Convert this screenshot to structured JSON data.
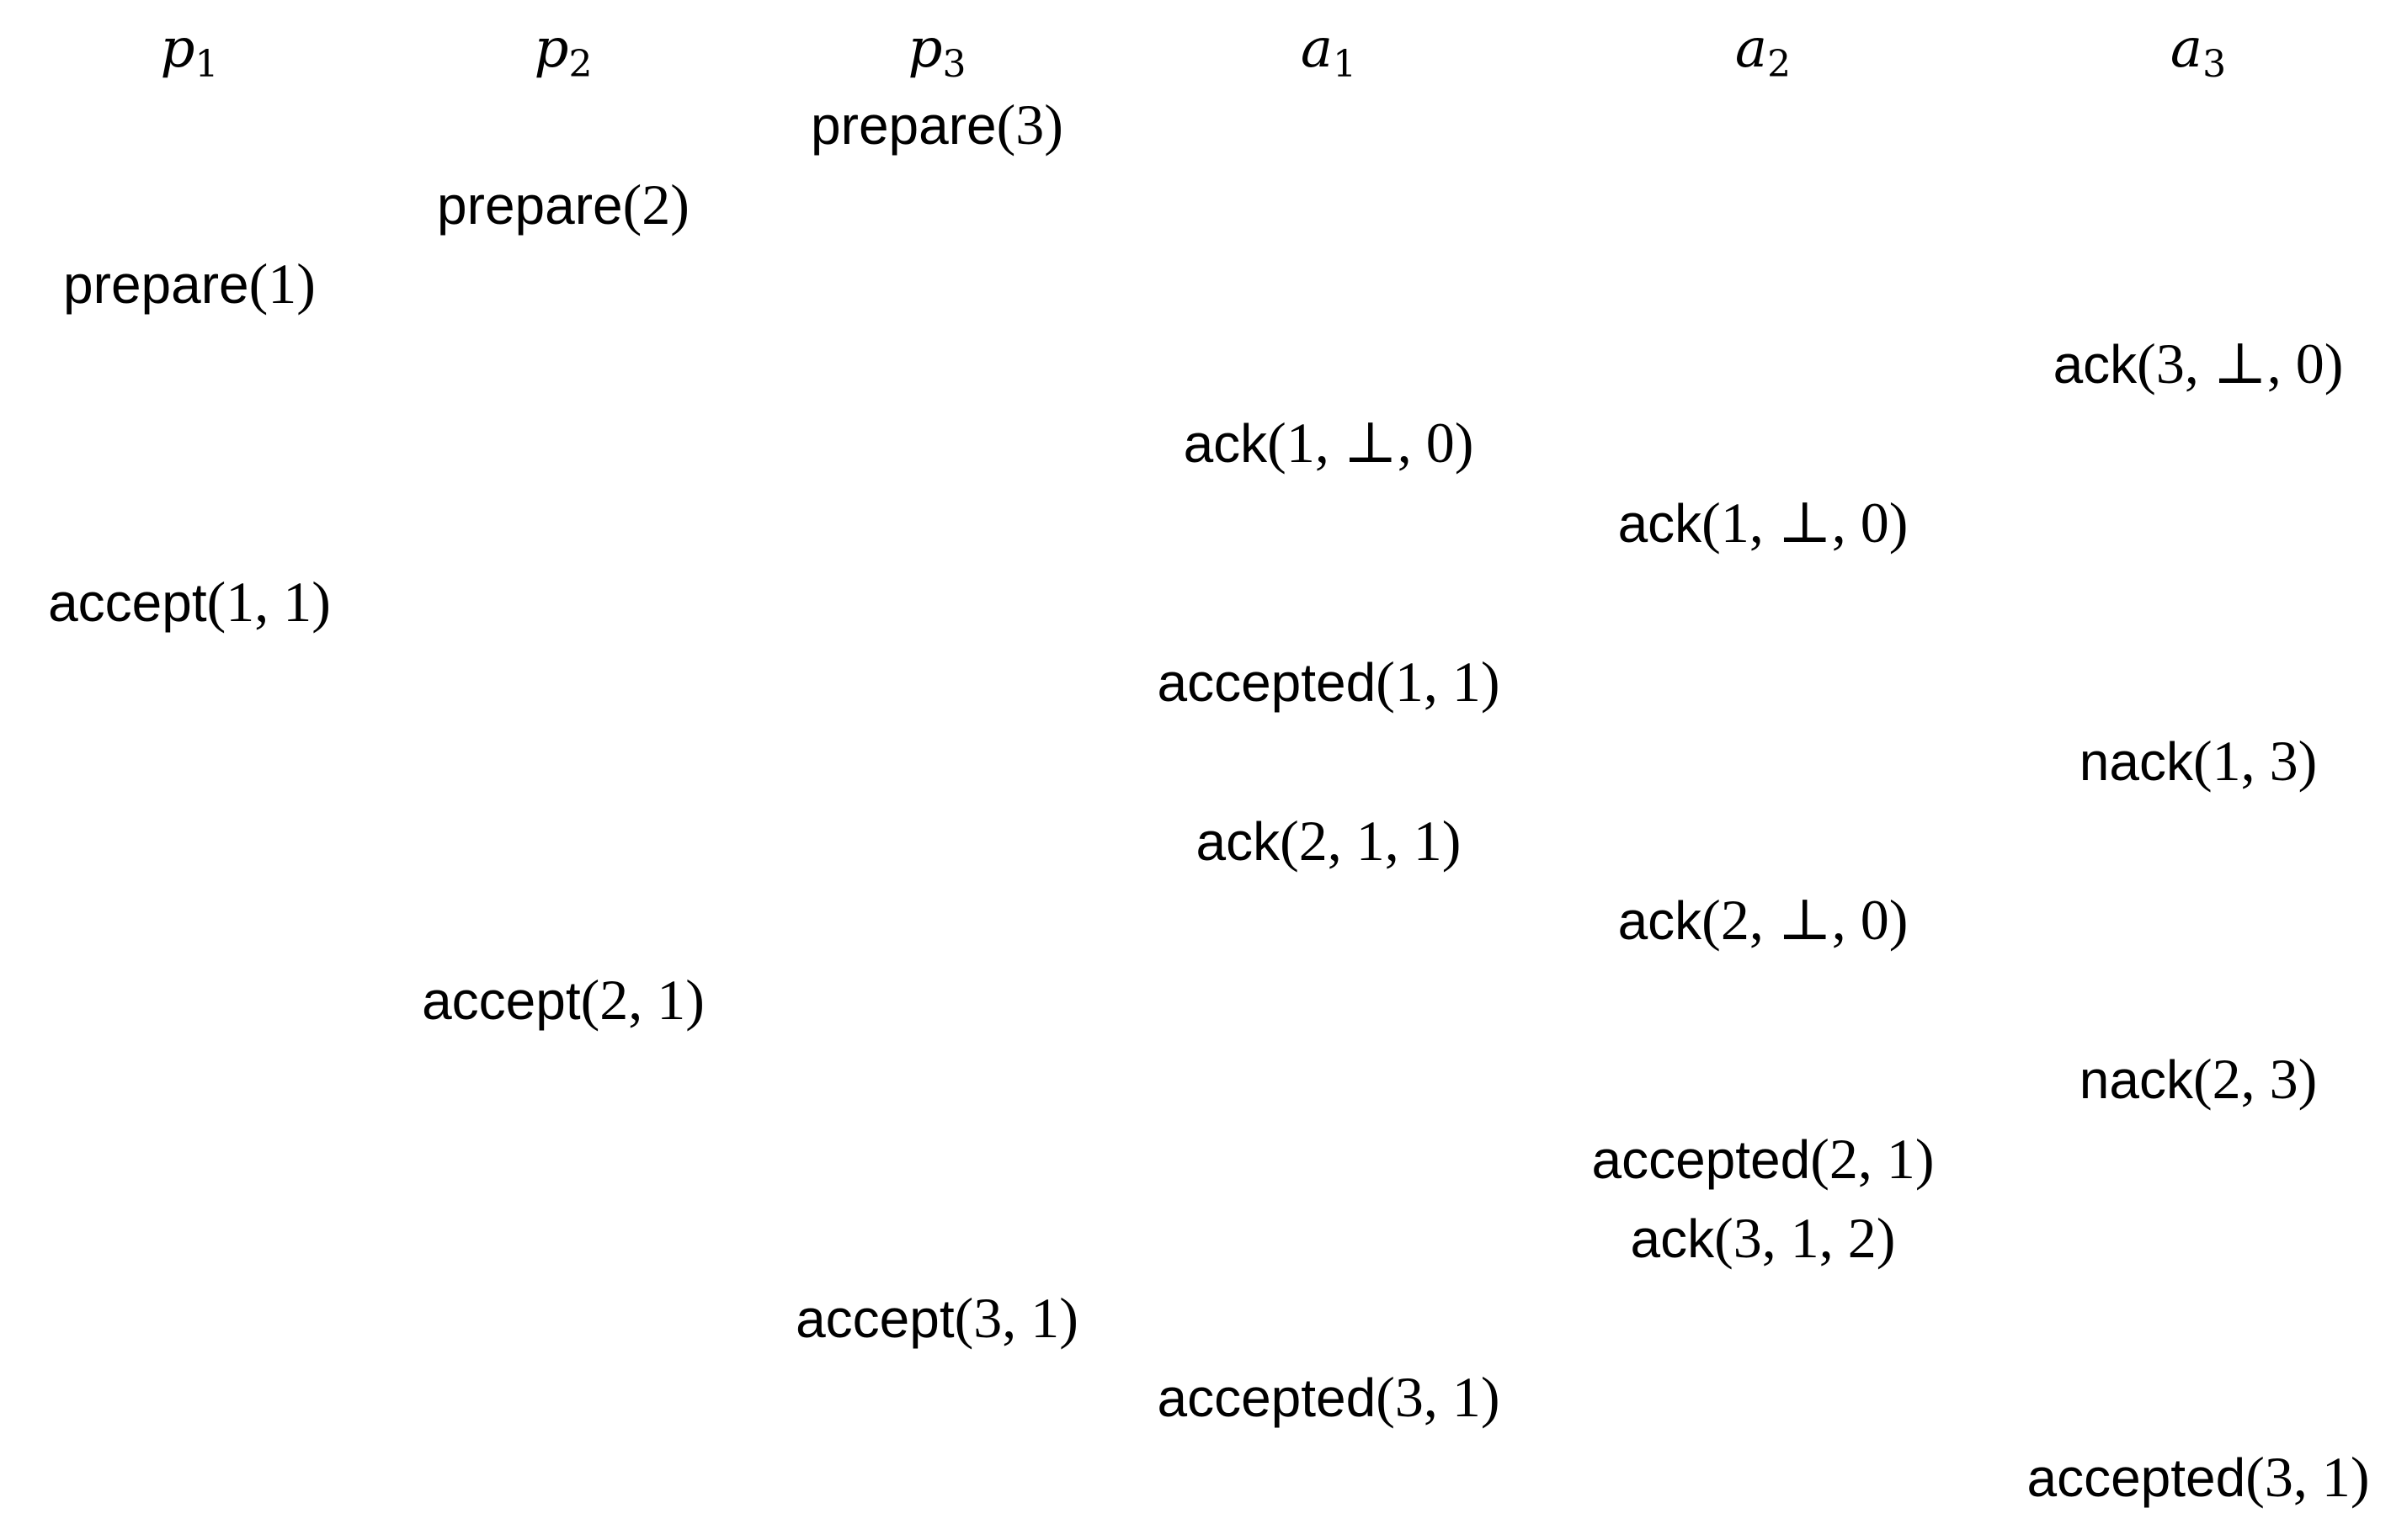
{
  "columns": [
    {
      "symbol": "p",
      "index": "1"
    },
    {
      "symbol": "p",
      "index": "2"
    },
    {
      "symbol": "p",
      "index": "3"
    },
    {
      "symbol": "a",
      "index": "1"
    },
    {
      "symbol": "a",
      "index": "2"
    },
    {
      "symbol": "a",
      "index": "3"
    }
  ],
  "events": [
    {
      "column": 2,
      "name": "prepare",
      "args": "(3)"
    },
    {
      "column": 1,
      "name": "prepare",
      "args": "(2)"
    },
    {
      "column": 0,
      "name": "prepare",
      "args": "(1)"
    },
    {
      "column": 5,
      "name": "ack",
      "args": "(3, ⊥, 0)"
    },
    {
      "column": 3,
      "name": "ack",
      "args": "(1, ⊥, 0)"
    },
    {
      "column": 4,
      "name": "ack",
      "args": "(1, ⊥, 0)"
    },
    {
      "column": 0,
      "name": "accept",
      "args": "(1, 1)"
    },
    {
      "column": 3,
      "name": "accepted",
      "args": "(1, 1)"
    },
    {
      "column": 5,
      "name": "nack",
      "args": "(1, 3)"
    },
    {
      "column": 3,
      "name": "ack",
      "args": "(2, 1, 1)"
    },
    {
      "column": 4,
      "name": "ack",
      "args": "(2, ⊥, 0)"
    },
    {
      "column": 1,
      "name": "accept",
      "args": "(2, 1)"
    },
    {
      "column": 5,
      "name": "nack",
      "args": "(2, 3)"
    },
    {
      "column": 4,
      "name": "accepted",
      "args": "(2, 1)"
    },
    {
      "column": 4,
      "name": "ack",
      "args": "(3, 1, 2)"
    },
    {
      "column": 2,
      "name": "accept",
      "args": "(3, 1)"
    },
    {
      "column": 3,
      "name": "accepted",
      "args": "(3, 1)"
    },
    {
      "column": 5,
      "name": "accepted",
      "args": "(3, 1)"
    }
  ]
}
